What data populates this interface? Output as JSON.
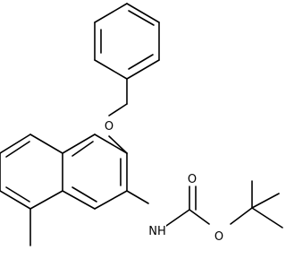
{
  "structure": {
    "type": "chemical-structure",
    "bond_color": "#000000",
    "background": "#ffffff",
    "labels": {
      "ether_oxygen": "O",
      "amide_nitrogen": "NH",
      "carbonyl_oxygen": "O",
      "ester_oxygen": "O"
    }
  }
}
